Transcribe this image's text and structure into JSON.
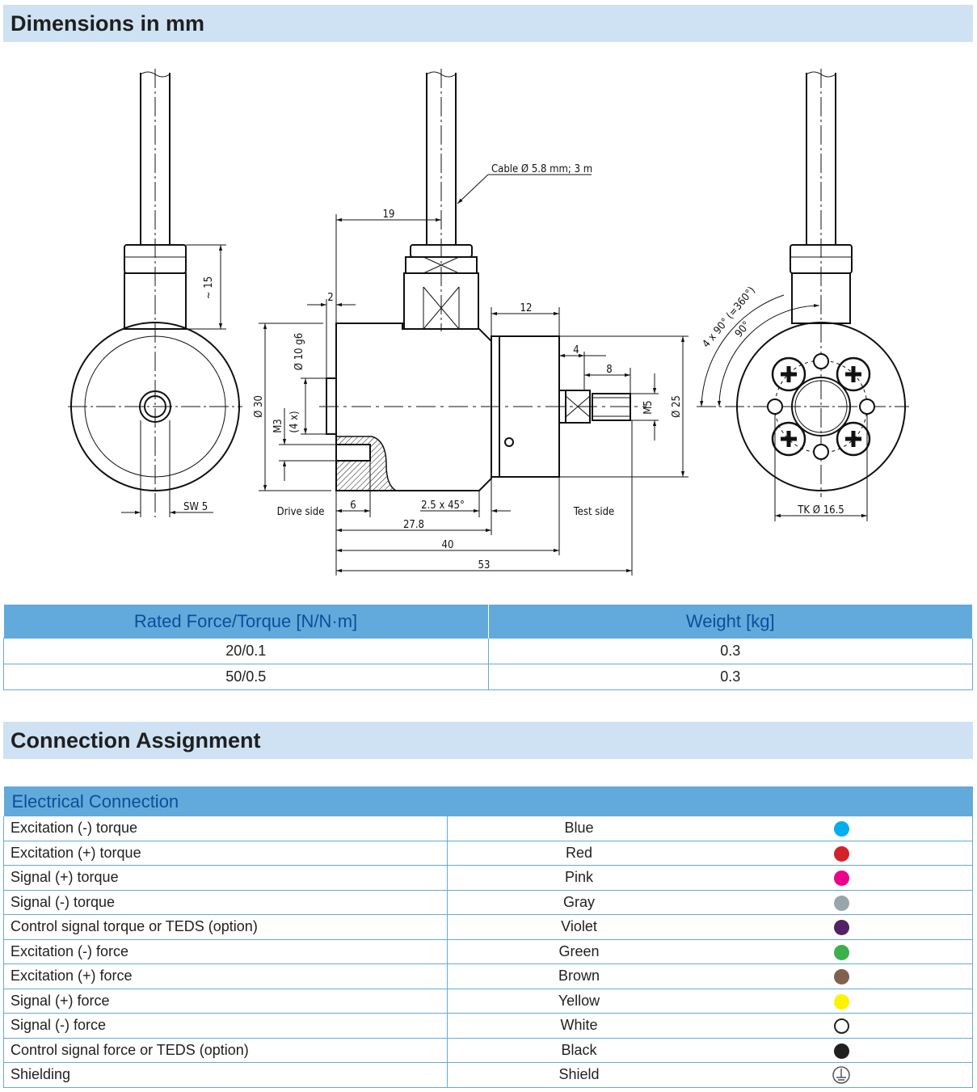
{
  "dimensions": {
    "title": "Dimensions in mm",
    "labels": {
      "cable": "Cable Ø 5.8 mm; 3 m",
      "d19": "19",
      "d15": "~ 15",
      "d2": "2",
      "d12": "12",
      "d4": "4",
      "d8": "8",
      "d10g6": "Ø 10 g6",
      "d30": "Ø 30",
      "m3": "M3",
      "m3x": "(4 x)",
      "m5": "M5",
      "d25": "Ø 25",
      "sw5": "SW 5",
      "drive_side": "Drive side",
      "d6": "6",
      "chamfer": "2.5  x 45°",
      "d27_8": "27.8",
      "d40": "40",
      "d53": "53",
      "test_side": "Test side",
      "angle_total": "4 x 90° (=360°)",
      "angle": "90°",
      "tk": "TK Ø  16.5"
    }
  },
  "ratings": {
    "headers": [
      "Rated Force/Torque [N/N·m]",
      "Weight [kg]"
    ],
    "rows": [
      [
        "20/0.1",
        "0.3"
      ],
      [
        "50/0.5",
        "0.3"
      ]
    ]
  },
  "connection": {
    "title": "Connection Assignment",
    "table_header": "Electrical Connection",
    "rows": [
      {
        "signal": "Excitation (-) torque",
        "color_name": "Blue",
        "color": "#00aeef"
      },
      {
        "signal": "Excitation (+) torque",
        "color_name": "Red",
        "color": "#d2232a"
      },
      {
        "signal": "Signal (+) torque",
        "color_name": "Pink",
        "color": "#ec008c"
      },
      {
        "signal": "Signal (-) torque",
        "color_name": "Gray",
        "color": "#98a6ab"
      },
      {
        "signal": "Control signal torque or TEDS (option)",
        "color_name": "Violet",
        "color": "#522166"
      },
      {
        "signal": "Excitation (-) force",
        "color_name": "Green",
        "color": "#3cb04a"
      },
      {
        "signal": "Excitation (+) force",
        "color_name": "Brown",
        "color": "#80604f"
      },
      {
        "signal": "Signal (+) force",
        "color_name": "Yellow",
        "color": "#fff200"
      },
      {
        "signal": "Signal (-) force",
        "color_name": "White",
        "color": "#ffffff"
      },
      {
        "signal": "Control signal force or TEDS (option)",
        "color_name": "Black",
        "color": "#231f20"
      },
      {
        "signal": "Shielding",
        "color_name": "Shield",
        "color": "ground-icon"
      }
    ]
  }
}
